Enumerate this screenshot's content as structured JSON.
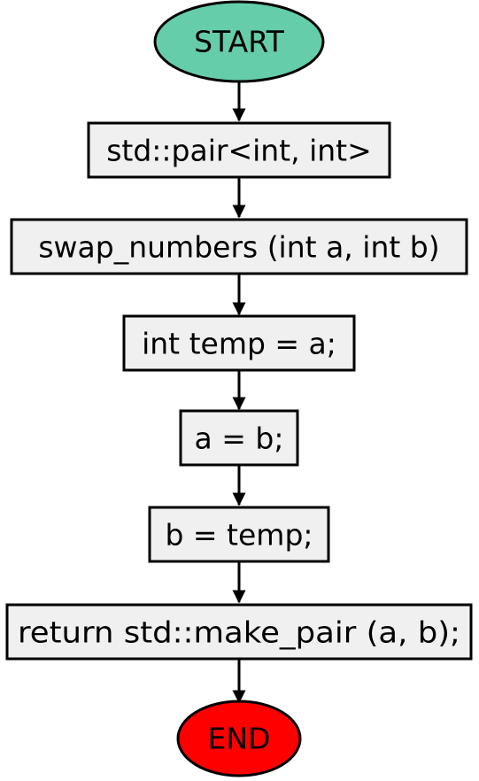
{
  "flowchart": {
    "start_label": "START",
    "steps": [
      "std::pair<int, int>",
      "swap_numbers (int a, int b)",
      "int temp = a;",
      "a = b;",
      "b = temp;",
      "return std::make_pair (a, b);"
    ],
    "end_label": "END"
  },
  "colors": {
    "start_fill": "#66CDAA",
    "end_fill": "#FF0000",
    "step_fill": "#F0F0F0",
    "stroke": "#000000"
  }
}
